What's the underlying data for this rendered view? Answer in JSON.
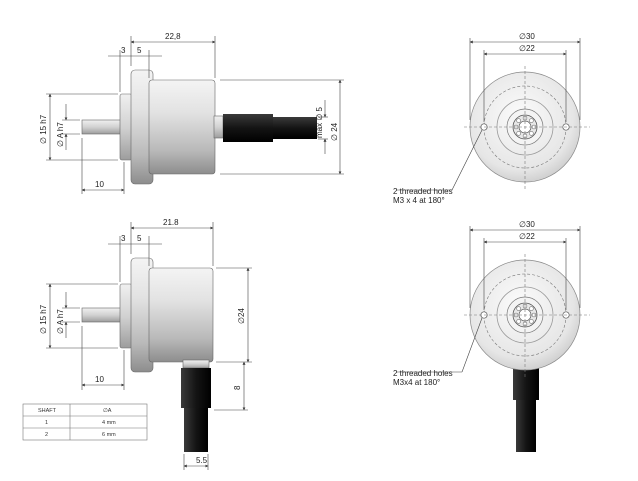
{
  "colors": {
    "line": "#444444",
    "body_light": "#eeeeee",
    "body_dark": "#9a9a9a",
    "cable": "#1a1a1a"
  },
  "top_view": {
    "dims": {
      "overall_length": "22,8",
      "flange": "3",
      "pilot": "5",
      "max_cable": "max ∅ 5",
      "body_dia": "∅ 24",
      "flange_dia": "∅ 15 h7",
      "shaft_dia": "∅ A h7",
      "shaft_length": "10"
    }
  },
  "top_front": {
    "outer_dia": "∅30",
    "pcd": "∅22",
    "note_line1": "2 threaded holes",
    "note_line2": "M3 x 4 at 180°"
  },
  "bottom_view": {
    "dims": {
      "overall_length": "21.8",
      "flange": "3",
      "pilot": "5",
      "body_dia": "∅24",
      "flange_dia": "∅ 15 h7",
      "shaft_dia": "∅ A h7",
      "shaft_length": "10",
      "cable_offset": "8",
      "cable_width": "5.5"
    }
  },
  "bottom_front": {
    "outer_dia": "∅30",
    "pcd": "∅22",
    "note_line1": "2 threaded holes",
    "note_line2": "M3x4 at 180°"
  },
  "shaft_table": {
    "headers": [
      "SHAFT",
      "∅A"
    ],
    "rows": [
      [
        "1",
        "4 mm"
      ],
      [
        "2",
        "6 mm"
      ]
    ]
  }
}
